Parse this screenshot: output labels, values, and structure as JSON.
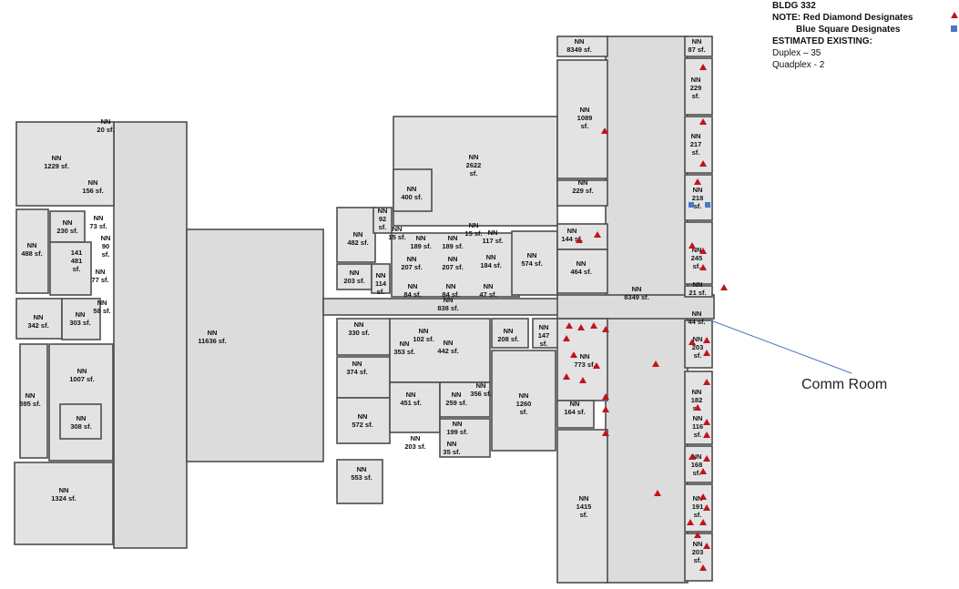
{
  "legend": {
    "building": "BLDG 332",
    "note_red": "NOTE: Red Diamond Designates",
    "note_blue": "Blue Square Designates",
    "estimated": "ESTIMATED EXISTING:",
    "duplex": "Duplex – 35",
    "quadplex": "Quadplex - 2",
    "red_color": "#c0141a",
    "blue_color": "#4a78c2"
  },
  "callout": {
    "label": "Comm Room"
  },
  "rooms": {
    "r1229": [
      "NN",
      "1229 sf."
    ],
    "r20": [
      "NN",
      "20 sf."
    ],
    "r156": [
      "NN",
      "156 sf."
    ],
    "r230": [
      "NN",
      "230 sf."
    ],
    "r73": [
      "NN",
      "73 sf."
    ],
    "r90": [
      "NN",
      "90",
      "sf."
    ],
    "r488": [
      "NN",
      "488 sf."
    ],
    "r481": [
      "141",
      "481",
      "sf."
    ],
    "r77": [
      "NN",
      "77 sf."
    ],
    "r58": [
      "NN",
      "58 sf."
    ],
    "r303": [
      "NN",
      "303 sf."
    ],
    "r342": [
      "NN",
      "342 sf."
    ],
    "r1007": [
      "NN",
      "1007 sf."
    ],
    "r595": [
      "NN",
      "595 sf."
    ],
    "r308": [
      "NN",
      "308 sf."
    ],
    "r1324": [
      "NN",
      "1324 sf."
    ],
    "r11636": [
      "NN",
      "11636 sf."
    ],
    "r2622": [
      "NN",
      "2622",
      "sf."
    ],
    "r400": [
      "NN",
      "400 sf."
    ],
    "r92": [
      "NN",
      "92",
      "sf."
    ],
    "r482": [
      "NN",
      "482 sf."
    ],
    "r15a": [
      "NN",
      "15 sf."
    ],
    "r189a": [
      "NN",
      "189 sf."
    ],
    "r189b": [
      "NN",
      "189 sf."
    ],
    "r15b": [
      "NN",
      "15 sf."
    ],
    "r117": [
      "NN",
      "117 sf."
    ],
    "r574": [
      "NN",
      "574 sf."
    ],
    "r203a": [
      "NN",
      "203 sf."
    ],
    "r114": [
      "NN",
      "114",
      "sf."
    ],
    "r207a": [
      "NN",
      "207 sf."
    ],
    "r207b": [
      "NN",
      "207 sf."
    ],
    "r184": [
      "NN",
      "184 sf."
    ],
    "r84a": [
      "NN",
      "84 sf."
    ],
    "r84b": [
      "NN",
      "84 sf."
    ],
    "r47": [
      "NN",
      "47 sf."
    ],
    "r838": [
      "NN",
      "838 sf."
    ],
    "r330": [
      "NN",
      "330 sf."
    ],
    "r102": [
      "NN",
      "102 sf."
    ],
    "r353": [
      "NN",
      "353 sf."
    ],
    "r442": [
      "NN",
      "442 sf."
    ],
    "r208": [
      "NN",
      "208 sf."
    ],
    "r147": [
      "NN",
      "147",
      "sf."
    ],
    "r374": [
      "NN",
      "374 sf."
    ],
    "r451": [
      "NN",
      "451 sf."
    ],
    "r259": [
      "NN",
      "259 sf."
    ],
    "r356": [
      "NN",
      "356 sf."
    ],
    "r1260": [
      "NN",
      "1260",
      "sf."
    ],
    "r572": [
      "NN",
      "572 sf."
    ],
    "r199": [
      "NN",
      "199 sf."
    ],
    "r203b": [
      "NN",
      "203 sf."
    ],
    "r35": [
      "NN",
      "35 sf."
    ],
    "r553": [
      "NN",
      "553 sf."
    ],
    "r8349a": [
      "NN",
      "8349 sf."
    ],
    "r1089": [
      "NN",
      "1089",
      "sf."
    ],
    "r229a": [
      "NN",
      "229 sf."
    ],
    "r144": [
      "NN",
      "144 sf."
    ],
    "r464": [
      "NN",
      "464 sf."
    ],
    "r8349b": [
      "NN",
      "8349 sf."
    ],
    "r773": [
      "NN",
      "773 sf."
    ],
    "r164": [
      "NN",
      "164 sf."
    ],
    "r1415": [
      "NN",
      "1415",
      "sf."
    ],
    "r87": [
      "NN",
      "87 sf."
    ],
    "r229b": [
      "NN",
      "229",
      "sf."
    ],
    "r217": [
      "NN",
      "217",
      "sf."
    ],
    "r218": [
      "NN",
      "218",
      "sf."
    ],
    "r245": [
      "NN",
      "245",
      "sf."
    ],
    "r21": [
      "NN",
      "21 sf."
    ],
    "r44": [
      "NN",
      "44 sf."
    ],
    "r203c": [
      "NN",
      "203",
      "sf."
    ],
    "r182": [
      "NN",
      "182",
      "sf."
    ],
    "r116": [
      "NN",
      "116",
      "sf."
    ],
    "r168": [
      "NN",
      "168",
      "sf."
    ],
    "r191": [
      "NN",
      "191",
      "sf."
    ],
    "r203d": [
      "NN",
      "203",
      "sf."
    ]
  }
}
